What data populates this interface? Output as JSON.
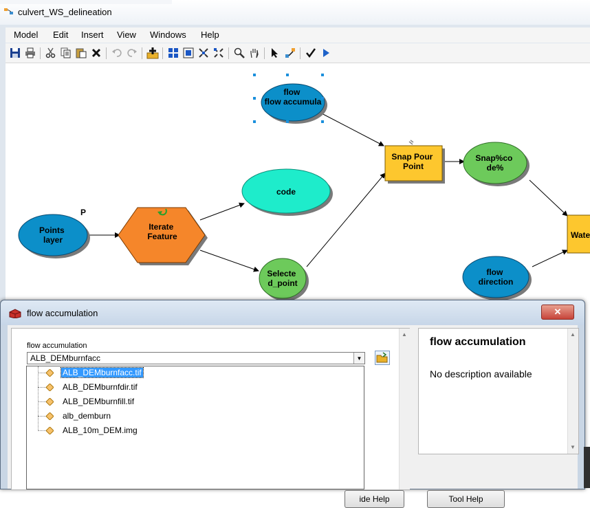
{
  "window": {
    "title": "culvert_WS_delineation"
  },
  "menu": [
    "Model",
    "Edit",
    "Insert",
    "View",
    "Windows",
    "Help"
  ],
  "toolbar": {
    "icons": [
      "save-icon",
      "print-icon",
      "cut-icon",
      "copy-icon",
      "paste-icon",
      "delete-icon",
      "undo-icon",
      "redo-icon",
      "add-data-icon",
      "auto-layout-icon",
      "full-extent-icon",
      "zoom-in-fixed-icon",
      "zoom-out-fixed-icon",
      "zoom-icon",
      "pan-icon",
      "select-icon",
      "connect-icon",
      "validate-icon",
      "run-icon"
    ]
  },
  "model": {
    "nodes": {
      "flow_accumulation": "flow accumula",
      "snap_pour_point": "Snap Pour Point",
      "snap_code": "Snap%code%",
      "code": "code",
      "points_layer": "Points layer",
      "precondition": "P",
      "iterate_feature": "Iterate Feature",
      "selected_point": "Selected_point",
      "flow_direction": "flow direction",
      "watershed": "Wate"
    },
    "colors": {
      "blue": "#0c8fc9",
      "orange": "#f5862a",
      "yellow": "#fdc72e",
      "green": "#6dca5b",
      "cyan": "#1eeccb"
    }
  },
  "dialog": {
    "title": "flow accumulation",
    "param_label": "flow accumulation",
    "param_value": "ALB_DEMburnfacc",
    "help_title": "flow accumulation",
    "help_text": "No description available",
    "buttons": {
      "hide_help": "ide Help",
      "tool_help": "Tool Help"
    },
    "dropdown": [
      "ALB_DEMburnfacc.tif",
      "ALB_DEMburnfdir.tif",
      "ALB_DEMburnfill.tif",
      "alb_demburn",
      "ALB_10m_DEM.img"
    ],
    "dropdown_selected": 0
  }
}
